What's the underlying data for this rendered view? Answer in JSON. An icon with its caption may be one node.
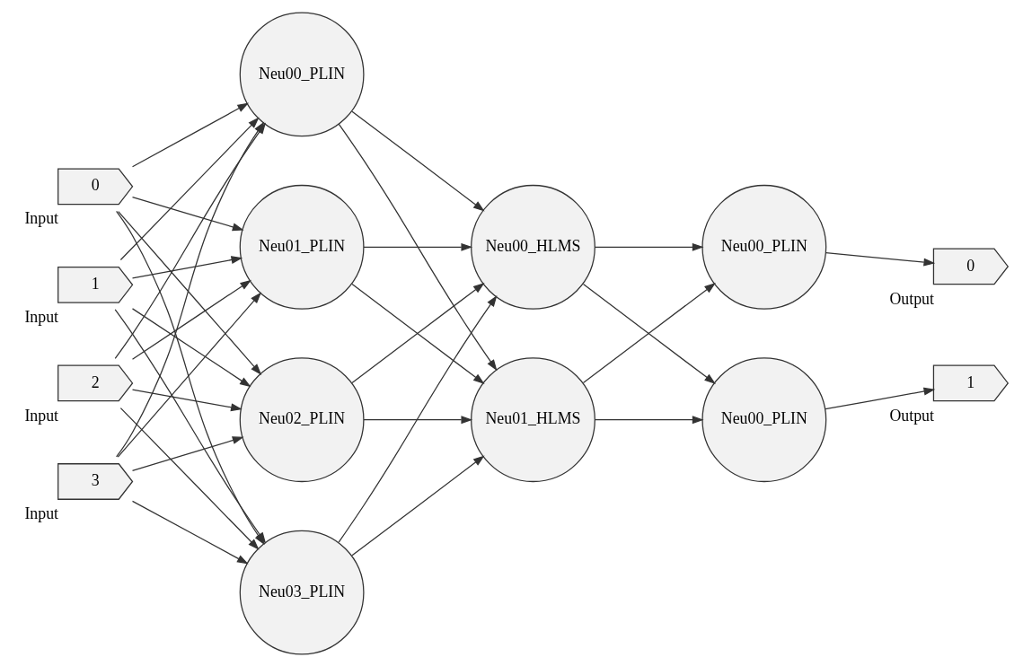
{
  "diagram": {
    "nodes": [
      {
        "text": [
          "0"
        ],
        "beside": [
          "Input"
        ]
      },
      {
        "text": [
          "1"
        ],
        "beside": [
          "Input"
        ]
      },
      {
        "text": [
          "2"
        ],
        "beside": [
          "Input"
        ]
      },
      {
        "text": [
          "3"
        ],
        "beside": [
          "Input"
        ]
      },
      {
        "text": [
          "Neu00_PLIN"
        ]
      },
      {
        "text": [
          "Neu01_PLIN"
        ]
      },
      {
        "text": [
          "Neu02_PLIN"
        ]
      },
      {
        "text": [
          "Neu03_PLIN"
        ]
      },
      {
        "text": [
          "Neu00_HLMS"
        ]
      },
      {
        "text": [
          "Neu01_HLMS"
        ]
      },
      {
        "text": [
          "Neu00_PLIN"
        ]
      },
      {
        "text": [
          "Neu00_PLIN"
        ]
      },
      {
        "text": [
          "0"
        ],
        "beside": [
          "Output"
        ]
      },
      {
        "text": [
          "1"
        ],
        "beside": [
          "Output"
        ]
      }
    ],
    "edges": [
      {
        "from": 0,
        "to": 4,
        "arrow": "to"
      },
      {
        "from": 0,
        "to": 5,
        "arrow": "to"
      },
      {
        "from": 0,
        "to": 6,
        "arrow": "to"
      },
      {
        "from": 0,
        "to": 7,
        "arrow": "to"
      },
      {
        "from": 1,
        "to": 4,
        "arrow": "to"
      },
      {
        "from": 1,
        "to": 5,
        "arrow": "to"
      },
      {
        "from": 1,
        "to": 6,
        "arrow": "to"
      },
      {
        "from": 1,
        "to": 7,
        "arrow": "to"
      },
      {
        "from": 2,
        "to": 4,
        "arrow": "to"
      },
      {
        "from": 2,
        "to": 5,
        "arrow": "to"
      },
      {
        "from": 2,
        "to": 6,
        "arrow": "to"
      },
      {
        "from": 2,
        "to": 7,
        "arrow": "to"
      },
      {
        "from": 3,
        "to": 4,
        "arrow": "to"
      },
      {
        "from": 3,
        "to": 5,
        "arrow": "to"
      },
      {
        "from": 3,
        "to": 6,
        "arrow": "to"
      },
      {
        "from": 3,
        "to": 7,
        "arrow": "to"
      },
      {
        "from": 4,
        "to": 8,
        "arrow": "to"
      },
      {
        "from": 4,
        "to": 9,
        "arrow": "to"
      },
      {
        "from": 5,
        "to": 8,
        "arrow": "to"
      },
      {
        "from": 5,
        "to": 9,
        "arrow": "to"
      },
      {
        "from": 6,
        "to": 8,
        "arrow": "to"
      },
      {
        "from": 6,
        "to": 9,
        "arrow": "to"
      },
      {
        "from": 7,
        "to": 8,
        "arrow": "to"
      },
      {
        "from": 7,
        "to": 9,
        "arrow": "to"
      },
      {
        "from": 8,
        "to": 10,
        "arrow": "to"
      },
      {
        "from": 8,
        "to": 11,
        "arrow": "to"
      },
      {
        "from": 9,
        "to": 10,
        "arrow": "to"
      },
      {
        "from": 9,
        "to": 11,
        "arrow": "to"
      },
      {
        "from": 10,
        "to": 12,
        "arrow": "to"
      },
      {
        "from": 11,
        "to": 13,
        "arrow": "to"
      }
    ]
  }
}
